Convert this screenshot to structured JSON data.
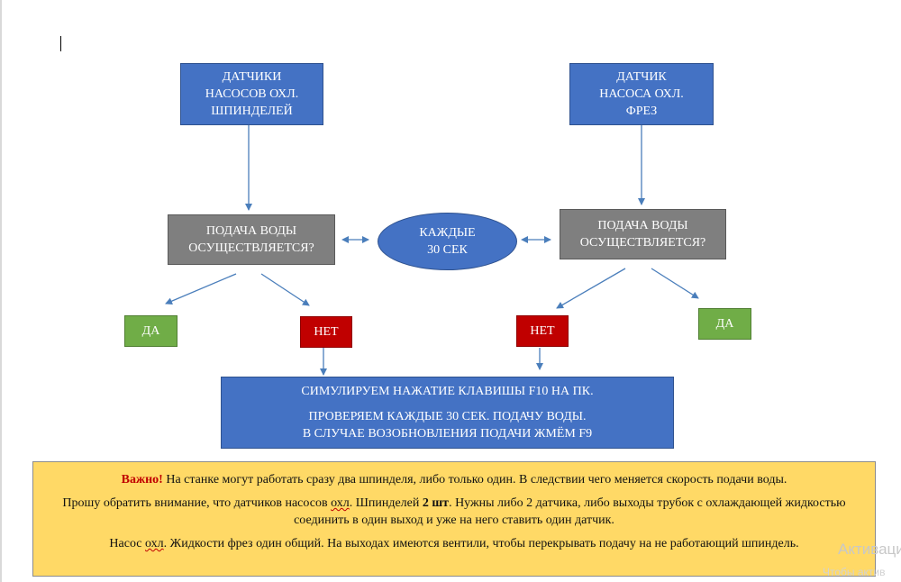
{
  "colors": {
    "box_blue": "#4472c4",
    "box_gray": "#7f7f7f",
    "box_green": "#70ad47",
    "box_red": "#c00000",
    "note_background": "#ffd966",
    "connector": "#4a7ebb"
  },
  "nodes": {
    "sensors_spindle": [
      "ДАТЧИКИ",
      "НАСОСОВ ОХЛ.",
      "ШПИНДЕЛЕЙ"
    ],
    "sensor_mill": [
      "ДАТЧИК",
      "НАСОСА ОХЛ.",
      "ФРЕЗ"
    ],
    "check_left": [
      "ПОДАЧА ВОДЫ",
      "ОСУЩЕСТВЛЯЕТСЯ?"
    ],
    "check_right": [
      "ПОДАЧА ВОДЫ",
      "ОСУЩЕСТВЛЯЕТСЯ?"
    ],
    "timer": [
      "КАЖДЫЕ",
      "30 СЕК"
    ],
    "yes_left": "ДА",
    "no_left": "НЕТ",
    "no_right": "НЕТ",
    "yes_right": "ДА",
    "action": {
      "line1": "СИМУЛИРУЕМ НАЖАТИЕ КЛАВИШЫ F10 НА ПК.",
      "line2": "ПРОВЕРЯЕМ КАЖДЫЕ 30 СЕК. ПОДАЧУ ВОДЫ.",
      "line3": "В СЛУЧАЕ ВОЗОБНОВЛЕНИЯ ПОДАЧИ ЖМЁМ F9"
    }
  },
  "note": {
    "p1_important": "Важно!",
    "p1_text": " На станке могут работать сразу два шпинделя, либо только один. В следствии чего меняется скорость подачи воды.",
    "p2_a": "Прошу обратить внимание, что датчиков насосов ",
    "p2_b": "охл",
    "p2_c": ". Шпинделей ",
    "p2_bold": "2 шт",
    "p2_d": ". Нужны либо 2 датчика, либо выходы трубок с охлаждающей жидкостью соединить в один выход и уже на него ставить один датчик.",
    "p3_a": "Насос ",
    "p3_b": "охл",
    "p3_c": ". Жидкости фрез один общий. На выходах имеются вентили, чтобы перекрывать подачу на не работающий шпиндель."
  },
  "watermark": {
    "line1": "Активаци",
    "line2": "Чтобы актив"
  }
}
